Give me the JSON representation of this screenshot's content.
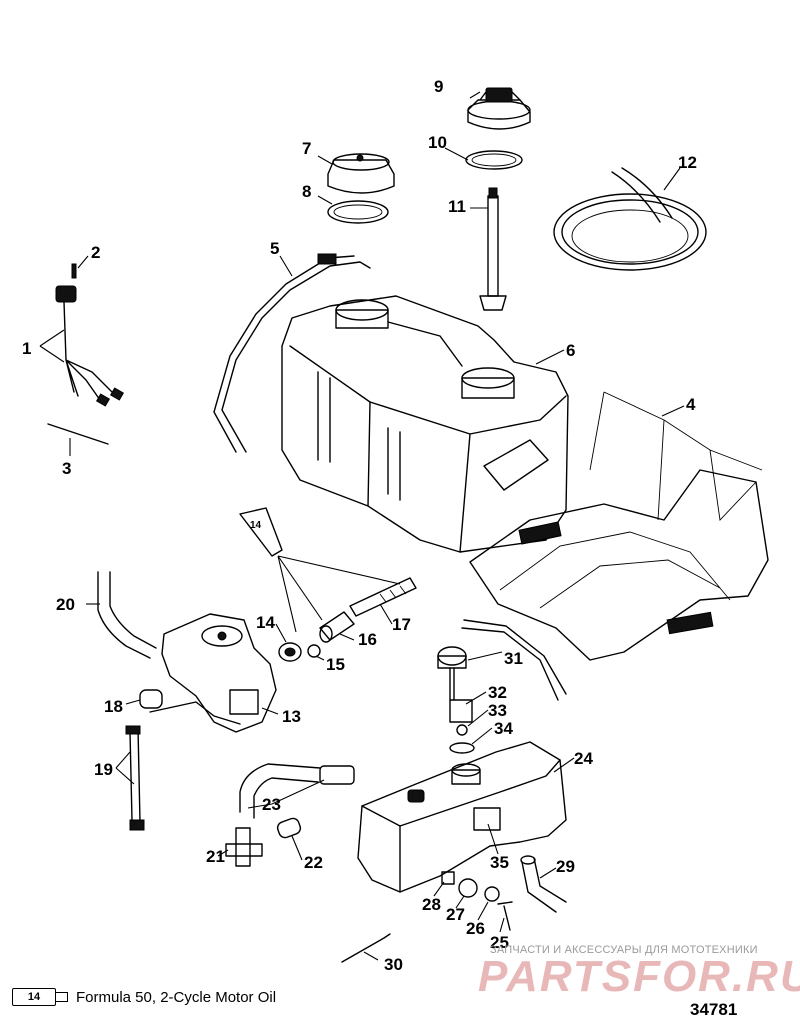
{
  "callouts": [
    "1",
    "2",
    "3",
    "4",
    "5",
    "6",
    "7",
    "8",
    "9",
    "10",
    "11",
    "12",
    "13",
    "14",
    "15",
    "16",
    "17",
    "18",
    "19",
    "20",
    "21",
    "22",
    "23",
    "24",
    "25",
    "26",
    "27",
    "28",
    "29",
    "30",
    "31",
    "32",
    "33",
    "34",
    "35"
  ],
  "legend": {
    "code": "14",
    "text": "Formula 50, 2-Cycle Motor Oil",
    "tube_label": "14"
  },
  "watermark": {
    "caption": "ЗАПЧАСТИ И АКСЕССУАРЫ ДЛЯ МОТОТЕХНИКИ",
    "logo": "PARTSFOR.RU"
  },
  "reference_number": "34781"
}
